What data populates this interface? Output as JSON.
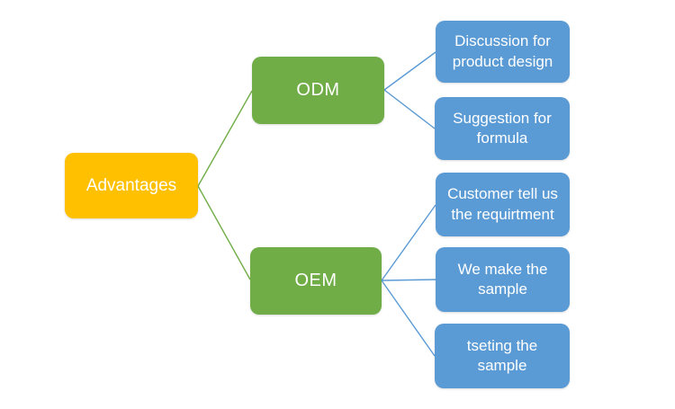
{
  "diagram": {
    "root": {
      "label": "Advantages"
    },
    "branches": [
      {
        "label": "ODM",
        "children": [
          {
            "label": "Discussion for product design"
          },
          {
            "label": "Suggestion for formula"
          }
        ]
      },
      {
        "label": "OEM",
        "children": [
          {
            "label": "Customer tell us the requirtment"
          },
          {
            "label": "We make the sample"
          },
          {
            "label": "tseting the sample"
          }
        ]
      }
    ],
    "colors": {
      "root_fill": "#FFC000",
      "branch_fill": "#70AD47",
      "leaf_fill": "#5B9BD5",
      "green_connector": "#70AD47",
      "blue_connector": "#5B9BD5",
      "text": "#FFFFFF",
      "background": "#FFFFFF"
    }
  }
}
